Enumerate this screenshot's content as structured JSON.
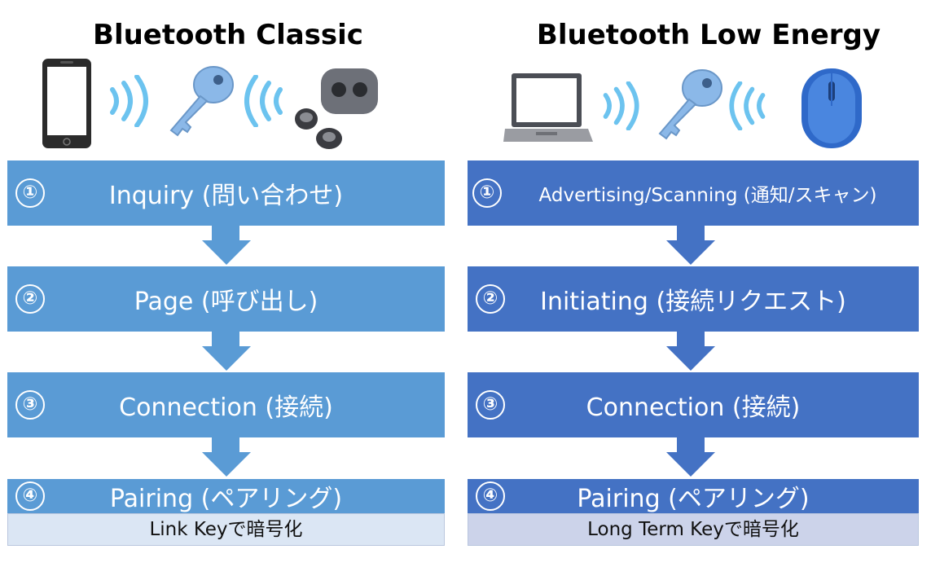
{
  "left": {
    "title": "Bluetooth Classic",
    "color": "#5a9bd5",
    "steps": [
      {
        "num": "①",
        "label": "Inquiry (問い合わせ)"
      },
      {
        "num": "②",
        "label": "Page (呼び出し)"
      },
      {
        "num": "③",
        "label": "Connection (接続)"
      },
      {
        "num": "④",
        "label": "Pairing (ペアリング)"
      }
    ],
    "footnote": "Link Keyで暗号化",
    "icons": [
      "smartphone-icon",
      "signal-waves-icon",
      "key-icon",
      "signal-waves-icon",
      "earbuds-icon"
    ]
  },
  "right": {
    "title": "Bluetooth Low Energy",
    "color": "#4472c4",
    "steps": [
      {
        "num": "①",
        "label": "Advertising/Scanning (通知/スキャン)"
      },
      {
        "num": "②",
        "label": "Initiating (接続リクエスト)"
      },
      {
        "num": "③",
        "label": "Connection (接続)"
      },
      {
        "num": "④",
        "label": "Pairing (ペアリング)"
      }
    ],
    "footnote": "Long Term Keyで暗号化",
    "icons": [
      "laptop-icon",
      "signal-waves-icon",
      "key-icon",
      "signal-waves-icon",
      "mouse-icon"
    ]
  }
}
